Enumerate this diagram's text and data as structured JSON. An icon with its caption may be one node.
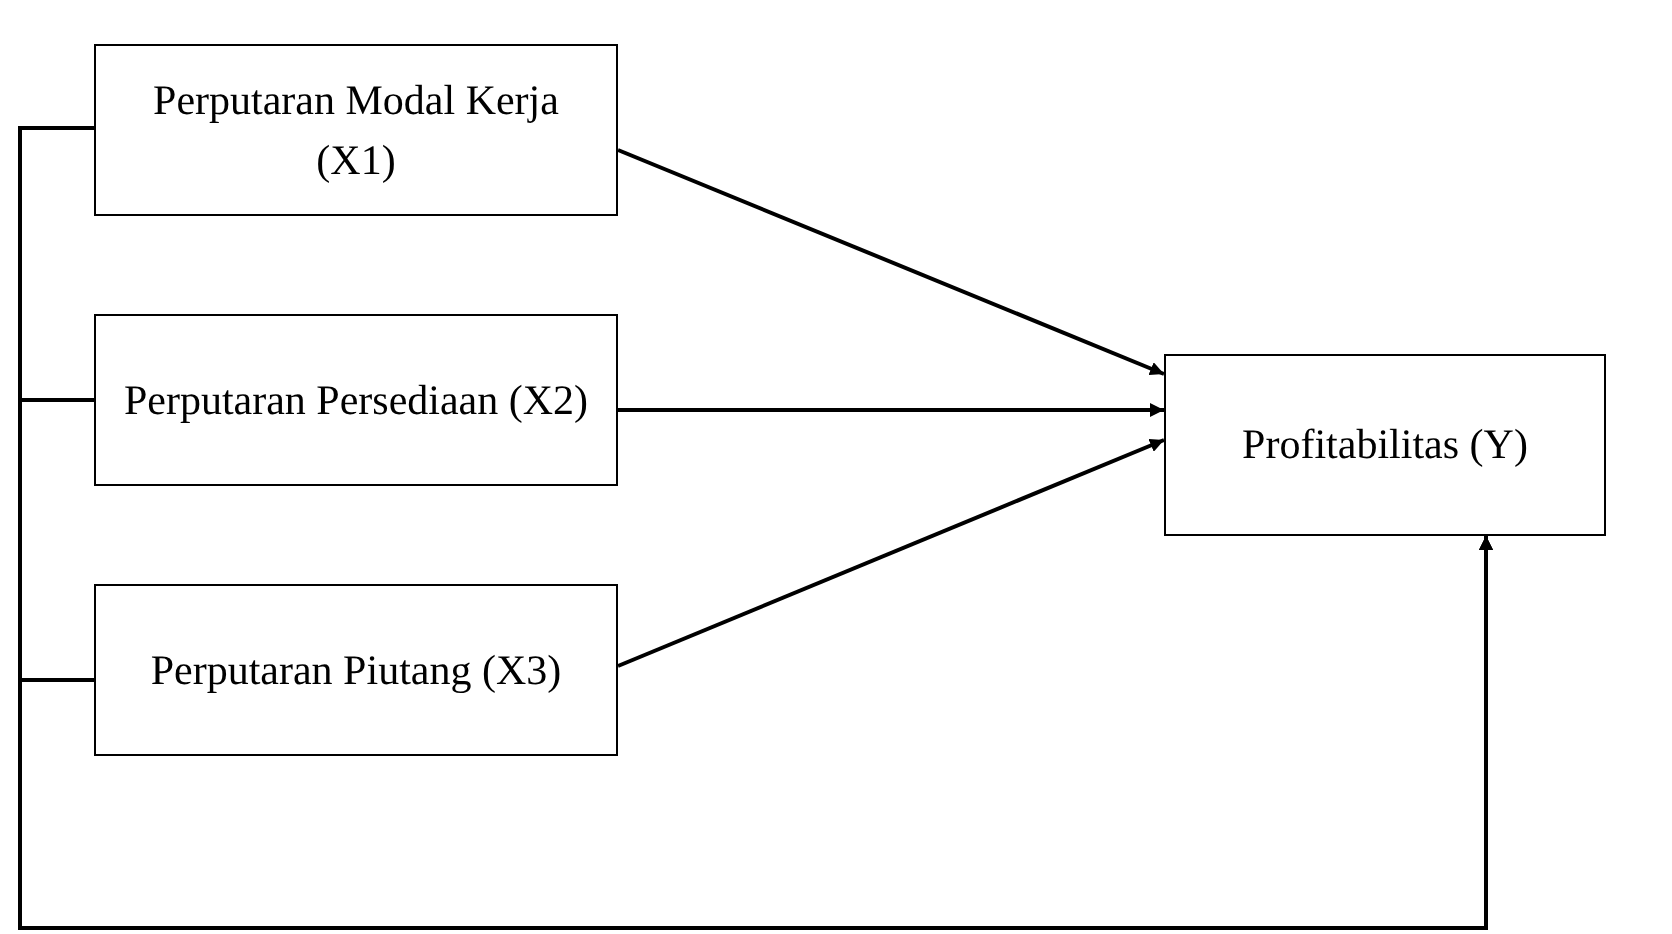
{
  "diagram": {
    "nodes": [
      {
        "text": [
          "Perputaran Modal Kerja (X1)"
        ]
      },
      {
        "text": [
          "Perputaran Persediaan (X2)"
        ]
      },
      {
        "text": [
          "Perputaran Piutang (X3)"
        ]
      },
      {
        "text": [
          "Profitabilitas (Y)"
        ]
      }
    ],
    "edges": [
      {
        "from": 0,
        "to": 3,
        "arrow": "to"
      },
      {
        "from": 1,
        "to": 3,
        "arrow": "to"
      },
      {
        "from": 2,
        "to": 3,
        "arrow": "to"
      },
      {
        "from": 0,
        "to": 3,
        "arrow": "to"
      },
      {
        "from": 1,
        "to": 3,
        "arrow": "to"
      },
      {
        "from": 2,
        "to": 3,
        "arrow": "to"
      }
    ]
  }
}
